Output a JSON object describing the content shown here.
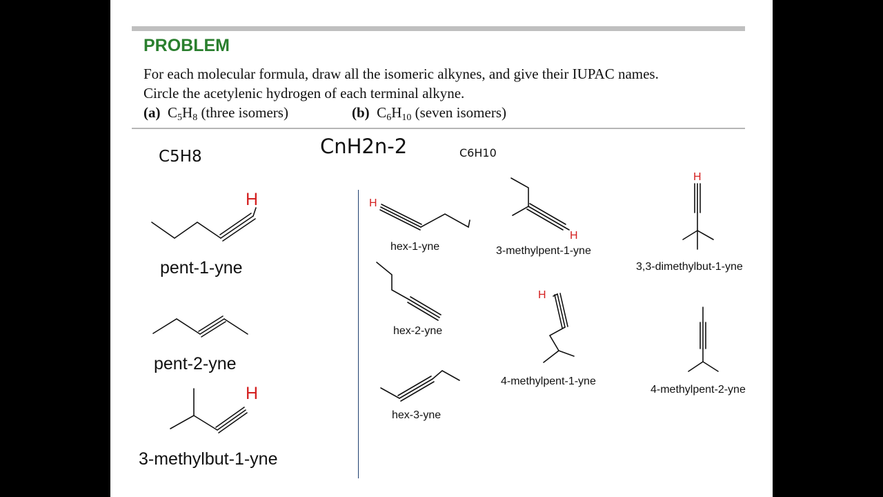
{
  "problem": {
    "heading": "PROBLEM",
    "line1": "For each molecular formula, draw all the isomeric alkynes, and give their IUPAC names.",
    "line2": "Circle the acetylenic hydrogen of each terminal alkyne.",
    "part_a_label": "(a)",
    "part_a_formula_c": "C",
    "part_a_formula_c_sub": "5",
    "part_a_formula_h": "H",
    "part_a_formula_h_sub": "8",
    "part_a_note": "(three isomers)",
    "part_b_label": "(b)",
    "part_b_formula_c": "C",
    "part_b_formula_c_sub": "6",
    "part_b_formula_h": "H",
    "part_b_formula_h_sub": "10",
    "part_b_note": "(seven isomers)"
  },
  "notes": {
    "c5h8": "C5H8",
    "general": "CnH2n-2",
    "c6h10": "C6H10"
  },
  "c5h8_isomers": [
    {
      "name": "pent-1-yne",
      "h_label": "H"
    },
    {
      "name": "pent-2-yne"
    },
    {
      "name": "3-methylbut-1-yne",
      "h_label": "H"
    }
  ],
  "c6h10_isomers": [
    {
      "name": "hex-1-yne",
      "h_label": "H"
    },
    {
      "name": "hex-2-yne"
    },
    {
      "name": "hex-3-yne"
    },
    {
      "name": "3-methylpent-1-yne",
      "h_label": "H"
    },
    {
      "name": "4-methylpent-1-yne",
      "h_label": "H"
    },
    {
      "name": "3,3-dimethylbut-1-yne",
      "h_label": "H"
    },
    {
      "name": "4-methylpent-2-yne"
    }
  ],
  "colors": {
    "heading_green": "#2a7f2e",
    "hydrogen_red": "#d42020",
    "divider_blue": "#1f3f6f"
  }
}
